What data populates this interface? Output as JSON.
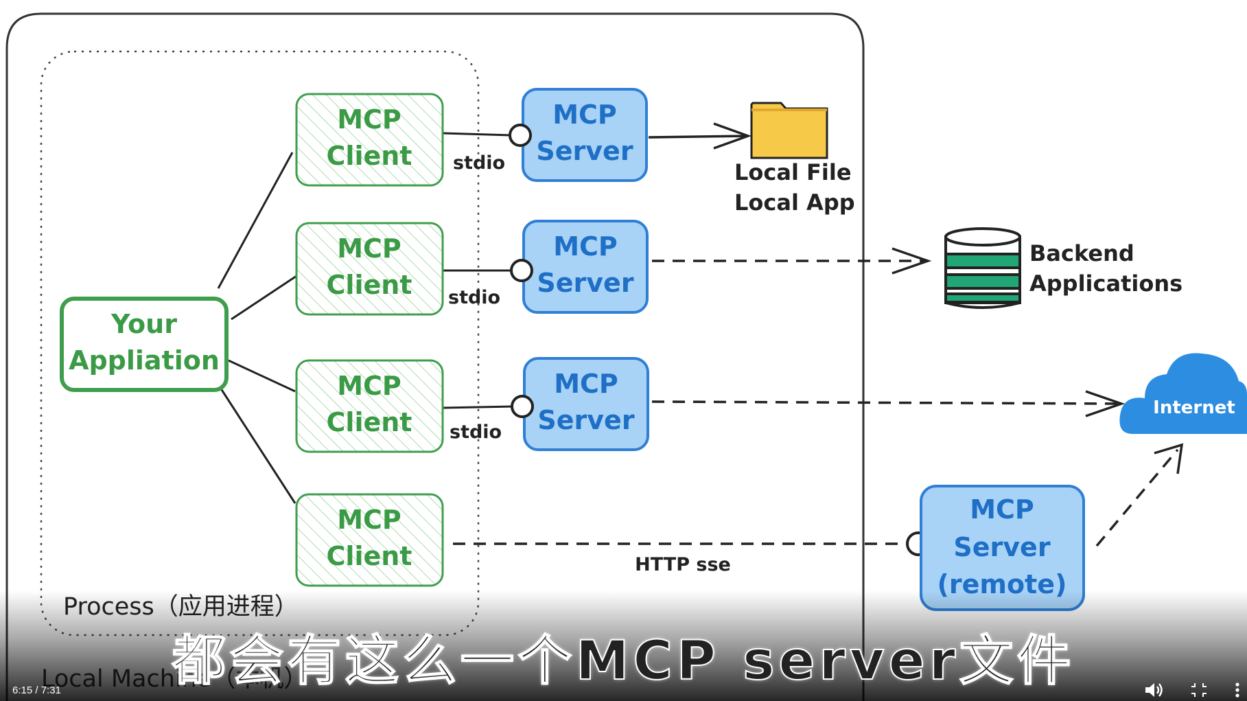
{
  "diagram": {
    "app_label_line1": "Your",
    "app_label_line2": "Appliation",
    "client_line1": "MCP",
    "client_line2": "Client",
    "server_line1": "MCP",
    "server_line2": "Server",
    "remote_line1": "MCP",
    "remote_line2": "Server",
    "remote_line3": "(remote)",
    "stdio_label": "stdio",
    "http_label": "HTTP sse",
    "local_file_line1": "Local File",
    "local_file_line2": "Local App",
    "backend_line1": "Backend",
    "backend_line2": "Applications",
    "internet_label": "Internet",
    "process_label": "Process（应用进程）",
    "machine_label": "Local Machine（本机）"
  },
  "colors": {
    "green_stroke": "#3f9e4d",
    "green_fill": "#e8f5e4",
    "green_text": "#3a9a45",
    "blue_stroke": "#2f7fd4",
    "blue_fill": "#a8d3f7",
    "blue_text": "#1f6fc6",
    "folder": "#f7c948",
    "database_green": "#21a775",
    "cloud": "#2d8de0"
  },
  "player": {
    "subtitle": "都会有这么一个MCP server文件",
    "time": "6:15 / 7:31",
    "volume_icon": "volume-icon",
    "exit_fullscreen_icon": "exit-fullscreen-icon",
    "more_icon": "more-vertical-icon"
  }
}
